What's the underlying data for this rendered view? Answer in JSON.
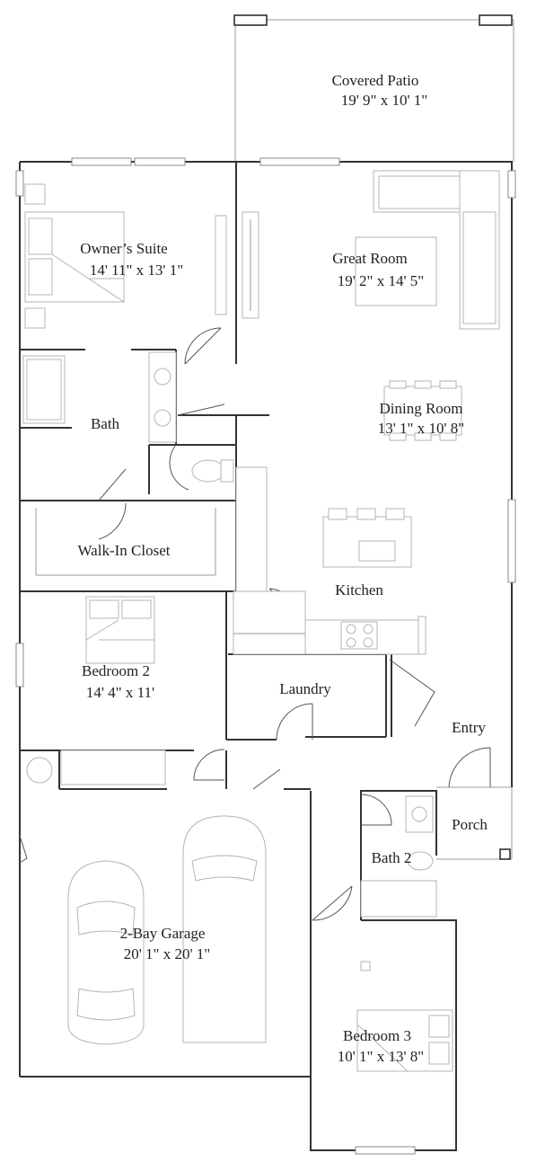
{
  "rooms": {
    "covered_patio": {
      "name": "Covered Patio",
      "dims": "19' 9\" x 10' 1\""
    },
    "owners_suite": {
      "name": "Owner’s Suite",
      "dims": "14' 11\" x 13' 1\""
    },
    "great_room": {
      "name": "Great Room",
      "dims": "19' 2\" x 14' 5\""
    },
    "bath": {
      "name": "Bath"
    },
    "dining_room": {
      "name": "Dining Room",
      "dims": "13' 1\" x 10' 8\""
    },
    "walk_in_closet": {
      "name": "Walk-In Closet"
    },
    "kitchen": {
      "name": "Kitchen"
    },
    "bedroom_2": {
      "name": "Bedroom 2",
      "dims": "14' 4\" x 11'"
    },
    "laundry": {
      "name": "Laundry"
    },
    "entry": {
      "name": "Entry"
    },
    "porch": {
      "name": "Porch"
    },
    "bath_2": {
      "name": "Bath 2"
    },
    "garage": {
      "name": "2-Bay Garage",
      "dims": "20' 1\" x 20' 1\""
    },
    "bedroom_3": {
      "name": "Bedroom 3",
      "dims": "10' 1\" x 13' 8\""
    }
  }
}
